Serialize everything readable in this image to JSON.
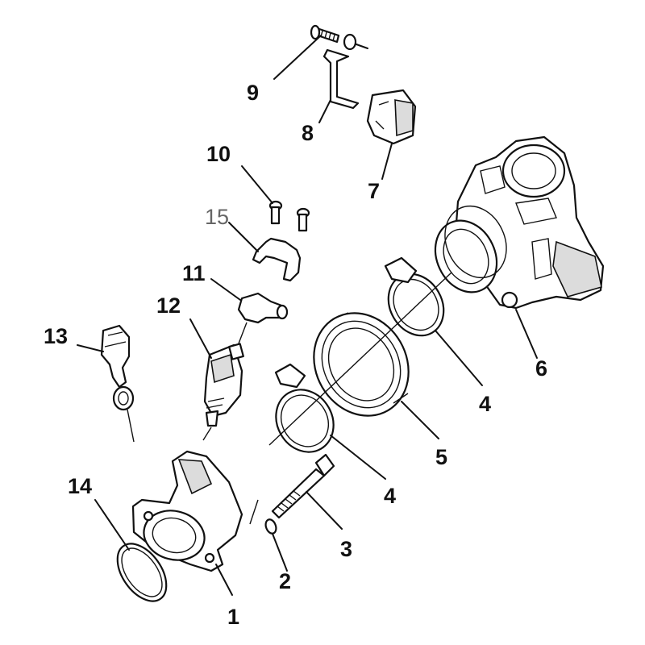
{
  "callouts": {
    "c1": "1",
    "c2": "2",
    "c3": "3",
    "c4a": "4",
    "c4b": "4",
    "c5": "5",
    "c6": "6",
    "c7": "7",
    "c8": "8",
    "c9": "9",
    "c10": "10",
    "c11": "11",
    "c12": "12",
    "c13": "13",
    "c14": "14",
    "c15": "15"
  }
}
